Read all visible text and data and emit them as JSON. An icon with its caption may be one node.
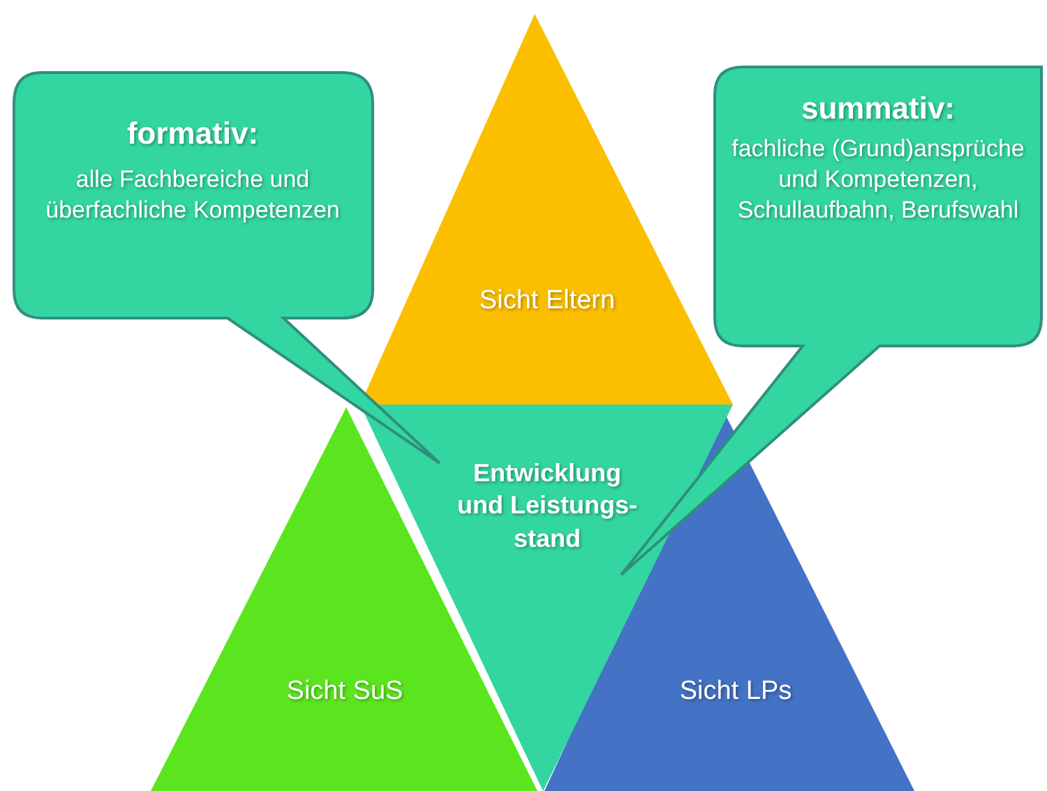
{
  "diagram": {
    "nodes": [
      {
        "text": [
          "**formativ**:",
          "alle Fachbereiche und überfachliche Kompetenzen"
        ]
      },
      {
        "text": [
          "Sicht Eltern"
        ]
      },
      {
        "text": [
          "summativ:",
          "fachliche (Grund)ansprüche und Kompetenzen, Schullaufbahn, Berufswahl"
        ]
      },
      {
        "text": [
          "Entwicklung und Leistungs- stand"
        ]
      },
      {
        "text": [
          "Sicht SuS"
        ]
      },
      {
        "text": [
          "Sicht LPs"
        ]
      }
    ]
  }
}
